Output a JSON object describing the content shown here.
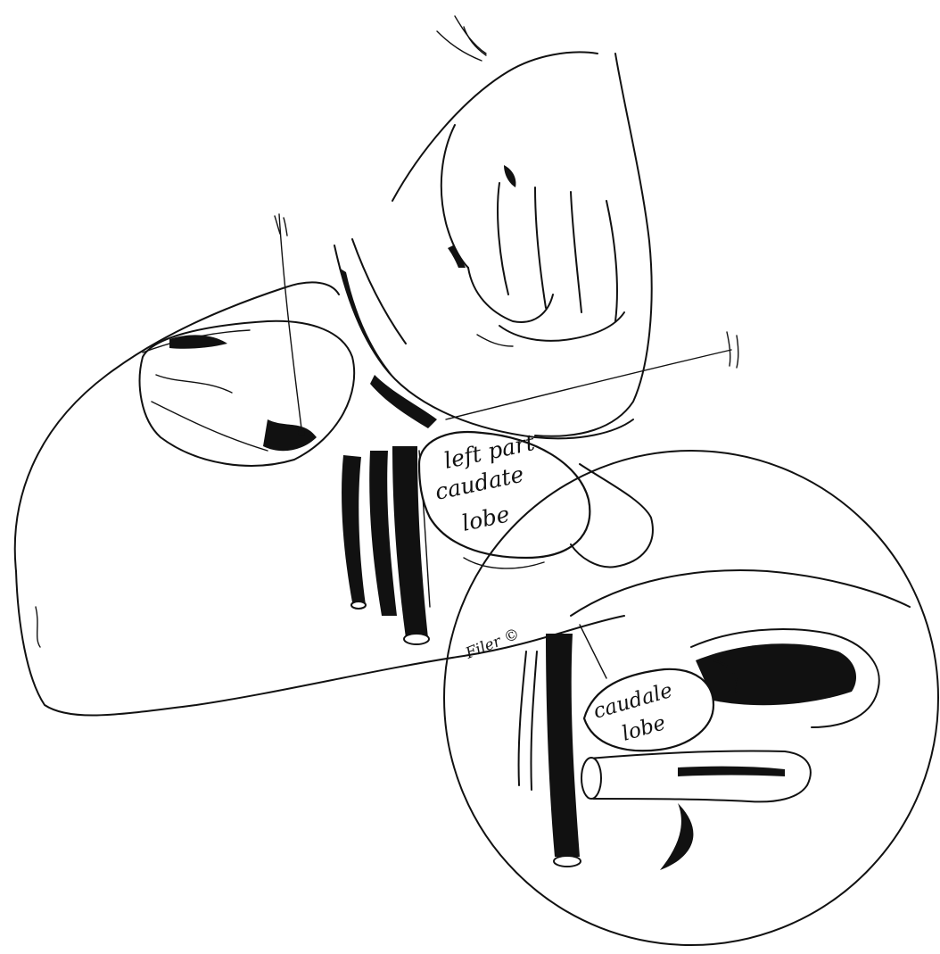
{
  "figure": {
    "main_label": [
      "left part",
      "caudate",
      "lobe"
    ],
    "inset_label": [
      "caudale",
      "lobe"
    ],
    "signature": "Filer ©",
    "colors": {
      "ink": "#111111",
      "paper": "#ffffff"
    }
  }
}
